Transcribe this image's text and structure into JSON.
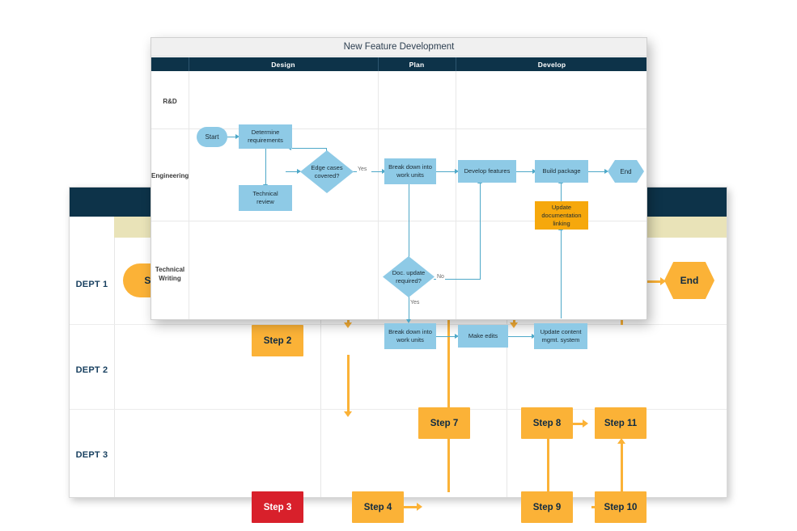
{
  "back_diagram": {
    "name": "department-swimlane-diagram",
    "header_color": "#0d3349",
    "subheader_color": "#e9e3b8",
    "node_color": "#fbb237",
    "alert_node_color": "#d8202b",
    "lanes": [
      {
        "label": "DEPT 1"
      },
      {
        "label": "DEPT 2"
      },
      {
        "label": "DEPT 3"
      }
    ],
    "nodes": [
      {
        "id": "start",
        "label": "Start",
        "shape": "stadium",
        "lane": "DEPT 1",
        "state": "normal"
      },
      {
        "id": "end",
        "label": "End",
        "shape": "hexagon",
        "lane": "DEPT 1",
        "state": "normal"
      },
      {
        "id": "step2",
        "label": "Step 2",
        "shape": "rect",
        "lane": "DEPT 2",
        "state": "normal"
      },
      {
        "id": "step3",
        "label": "Step 3",
        "shape": "rect",
        "lane": "DEPT 3",
        "state": "alert"
      },
      {
        "id": "step4",
        "label": "Step 4",
        "shape": "rect",
        "lane": "DEPT 3",
        "state": "normal"
      },
      {
        "id": "step7",
        "label": "Step 7",
        "shape": "rect",
        "lane": "DEPT 2",
        "state": "normal"
      },
      {
        "id": "step8",
        "label": "Step 8",
        "shape": "rect",
        "lane": "DEPT 2",
        "state": "normal"
      },
      {
        "id": "step9",
        "label": "Step 9",
        "shape": "rect",
        "lane": "DEPT 3",
        "state": "normal"
      },
      {
        "id": "step10",
        "label": "Step 10",
        "shape": "rect",
        "lane": "DEPT 3",
        "state": "normal"
      },
      {
        "id": "step11",
        "label": "Step 11",
        "shape": "rect",
        "lane": "DEPT 2",
        "state": "normal"
      }
    ]
  },
  "front_diagram": {
    "name": "new-feature-development-flowchart",
    "title": "New Feature Development",
    "header_color": "#0d3349",
    "node_color": "#8ecae6",
    "highlight_node_color": "#f6a80c",
    "connector_color": "#4ea8c8",
    "columns": [
      {
        "label": "Design"
      },
      {
        "label": "Plan"
      },
      {
        "label": "Develop"
      }
    ],
    "lanes": [
      {
        "label": "R&D"
      },
      {
        "label": "Engineering"
      },
      {
        "label": "Technical Writing",
        "line1": "Technical",
        "line2": "Writing"
      }
    ],
    "nodes": [
      {
        "id": "start",
        "label": "Start",
        "shape": "stadium",
        "lane": "R&D",
        "column": "Design"
      },
      {
        "id": "determine",
        "label": "Determine requirements",
        "line1": "Determine",
        "line2": "requirements",
        "shape": "rect",
        "lane": "R&D",
        "column": "Design"
      },
      {
        "id": "techreview",
        "label": "Technical review",
        "line1": "Technical",
        "line2": "review",
        "shape": "rect",
        "lane": "Engineering",
        "column": "Design"
      },
      {
        "id": "edgecases",
        "label": "Edge cases covered?",
        "line1": "Edge cases",
        "line2": "covered?",
        "shape": "diamond",
        "lane": "Engineering",
        "column": "Design"
      },
      {
        "id": "breakdown1",
        "label": "Break down into work units",
        "line1": "Break down into",
        "line2": "work units",
        "shape": "rect",
        "lane": "Engineering",
        "column": "Plan"
      },
      {
        "id": "developfeatures",
        "label": "Develop features",
        "line1": "Develop features",
        "line2": "",
        "shape": "rect",
        "lane": "Engineering",
        "column": "Develop"
      },
      {
        "id": "buildpackage",
        "label": "Build package",
        "line1": "Build package",
        "line2": "",
        "shape": "rect",
        "lane": "Engineering",
        "column": "Develop"
      },
      {
        "id": "end",
        "label": "End",
        "shape": "hexagon",
        "lane": "Engineering",
        "column": "Develop"
      },
      {
        "id": "updatedoclinking",
        "label": "Update documentation linking",
        "line1": "Update",
        "line2": "documentation",
        "line3": "linking",
        "shape": "rect",
        "lane": "Engineering",
        "column": "Develop",
        "highlight": true
      },
      {
        "id": "docupdate",
        "label": "Doc. update required?",
        "line1": "Doc. update",
        "line2": "required?",
        "shape": "diamond",
        "lane": "Technical Writing",
        "column": "Plan"
      },
      {
        "id": "breakdown2",
        "label": "Break down into work units",
        "line1": "Break down into",
        "line2": "work units",
        "shape": "rect",
        "lane": "Technical Writing",
        "column": "Plan"
      },
      {
        "id": "makeedits",
        "label": "Make edits",
        "line1": "Make edits",
        "line2": "",
        "shape": "rect",
        "lane": "Technical Writing",
        "column": "Develop"
      },
      {
        "id": "updatecms",
        "label": "Update content mgmt. system",
        "line1": "Update content",
        "line2": "mgmt. system",
        "shape": "rect",
        "lane": "Technical Writing",
        "column": "Develop"
      }
    ],
    "edge_labels": {
      "no_top": "No",
      "yes_edge": "Yes",
      "no_doc": "No",
      "yes_doc": "Yes"
    }
  }
}
